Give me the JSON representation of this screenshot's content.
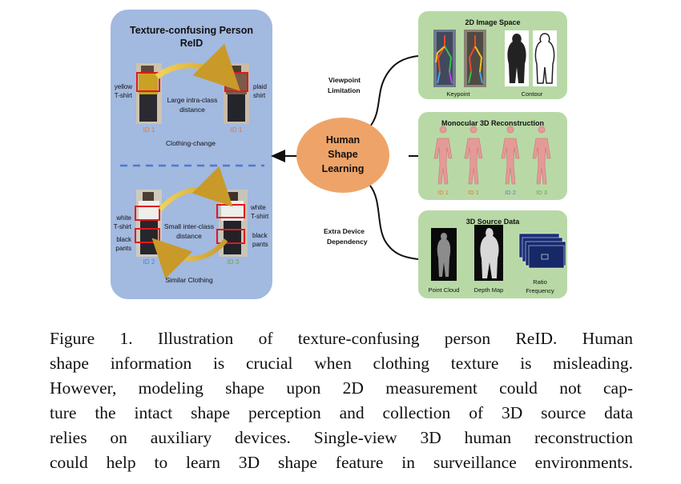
{
  "left_panel": {
    "title_line1": "Texture-confusing Person",
    "title_line2": "ReID",
    "top": {
      "left_label_line1": "yellow",
      "left_label_line2": "T-shirt",
      "right_label_line1": "plaid",
      "right_label_line2": "shirt",
      "center_line1": "Large intra-class",
      "center_line2": "distance",
      "left_id": "ID 1",
      "right_id": "ID 1",
      "caption": "Clothing-change"
    },
    "bottom": {
      "left_label1_line1": "white",
      "left_label1_line2": "T-shirt",
      "left_label2_line1": "black",
      "left_label2_line2": "pants",
      "right_label1_line1": "white",
      "right_label1_line2": "T-shirt",
      "right_label2_line1": "black",
      "right_label2_line2": "pants",
      "center_line1": "Small inter-class",
      "center_line2": "distance",
      "left_id": "ID 2",
      "right_id": "ID 3",
      "caption": "Similar Clothing"
    }
  },
  "hub": {
    "line1": "Human",
    "line2": "Shape",
    "line3": "Learning"
  },
  "edge_labels": {
    "viewpoint_line1": "Viewpoint",
    "viewpoint_line2": "Limitation",
    "extra_line1": "Extra Device",
    "extra_line2": "Dependency"
  },
  "boxes": {
    "image_space": {
      "title": "2D Image Space",
      "label_keypoint": "Keypoint",
      "label_contour": "Contour"
    },
    "reconstruction": {
      "title": "Monocular 3D Reconstruction",
      "ids": [
        "ID 1",
        "ID 1",
        "ID 2",
        "ID 3"
      ]
    },
    "source": {
      "title": "3D Source Data",
      "label_pointcloud": "Point Cloud",
      "label_depth": "Depth Map",
      "label_ratio_line1": "Ratio",
      "label_ratio_line2": "Frequency"
    }
  },
  "colors": {
    "panel_blue": "#a2b9e0",
    "box_green": "#b8d9a6",
    "hub_orange": "#eea468",
    "id1": "#e8742c",
    "id2": "#4a7fc8",
    "id3": "#66a83a",
    "dashed_line": "#4b7ad0"
  },
  "caption": {
    "line1": "Figure 1. Illustration of texture-confusing person ReID. Human",
    "line2": "shape information is crucial when clothing texture is misleading.",
    "line3": "However, modeling shape upon 2D measurement could not cap-",
    "line4": "ture the intact shape perception and collection of 3D source data",
    "line5": "relies on auxiliary devices. Single-view 3D human reconstruction",
    "line6": "could help to learn 3D shape feature in surveillance environments."
  }
}
